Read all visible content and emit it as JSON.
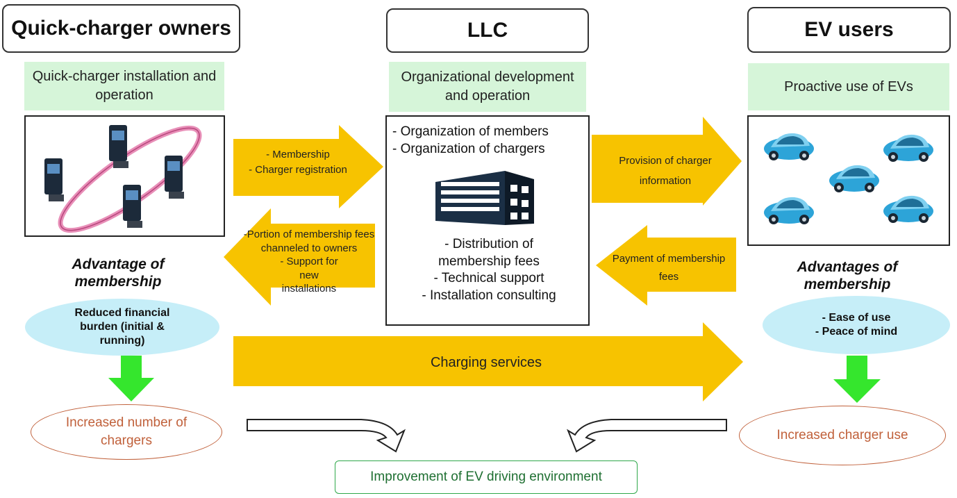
{
  "columns": {
    "owners": {
      "header": "Quick-charger owners",
      "role": "Quick-charger installation and operation",
      "advantage_title": "Advantage of membership",
      "advantage": "Reduced financial burden (initial & running)",
      "outcome": "Increased number of chargers"
    },
    "llc": {
      "header": "LLC",
      "role": "Organizational development and operation",
      "items_top": [
        "- Organization of members",
        "- Organization of chargers"
      ],
      "items_bottom": [
        "- Distribution of membership fees",
        "- Technical support",
        "- Installation consulting"
      ]
    },
    "users": {
      "header": "EV users",
      "role": "Proactive use of EVs",
      "advantage_title": "Advantages of membership",
      "advantages": [
        "- Ease of use",
        "- Peace of mind"
      ],
      "outcome": "Increased charger use"
    }
  },
  "flows": {
    "owners_to_llc": [
      "- Membership",
      "- Charger registration"
    ],
    "llc_to_owners": [
      "-Portion of membership fees channeled to owners",
      "- Support for new installations"
    ],
    "llc_to_users": "Provision of charger information",
    "users_to_llc": "Payment of membership fees",
    "charging": "Charging services"
  },
  "result": "Improvement of EV driving environment",
  "colors": {
    "arrow": "#f7c300",
    "green_box": "#d6f5d9",
    "benefit_ellipse": "#c6eef8",
    "down_arrow": "#35e62d",
    "outcome_text": "#c0603a",
    "result_border": "#2fa84a"
  },
  "icons": {
    "owners_image": "charger-network-icon",
    "llc_image": "office-building-icon",
    "users_image": "ev-cars-icon"
  }
}
